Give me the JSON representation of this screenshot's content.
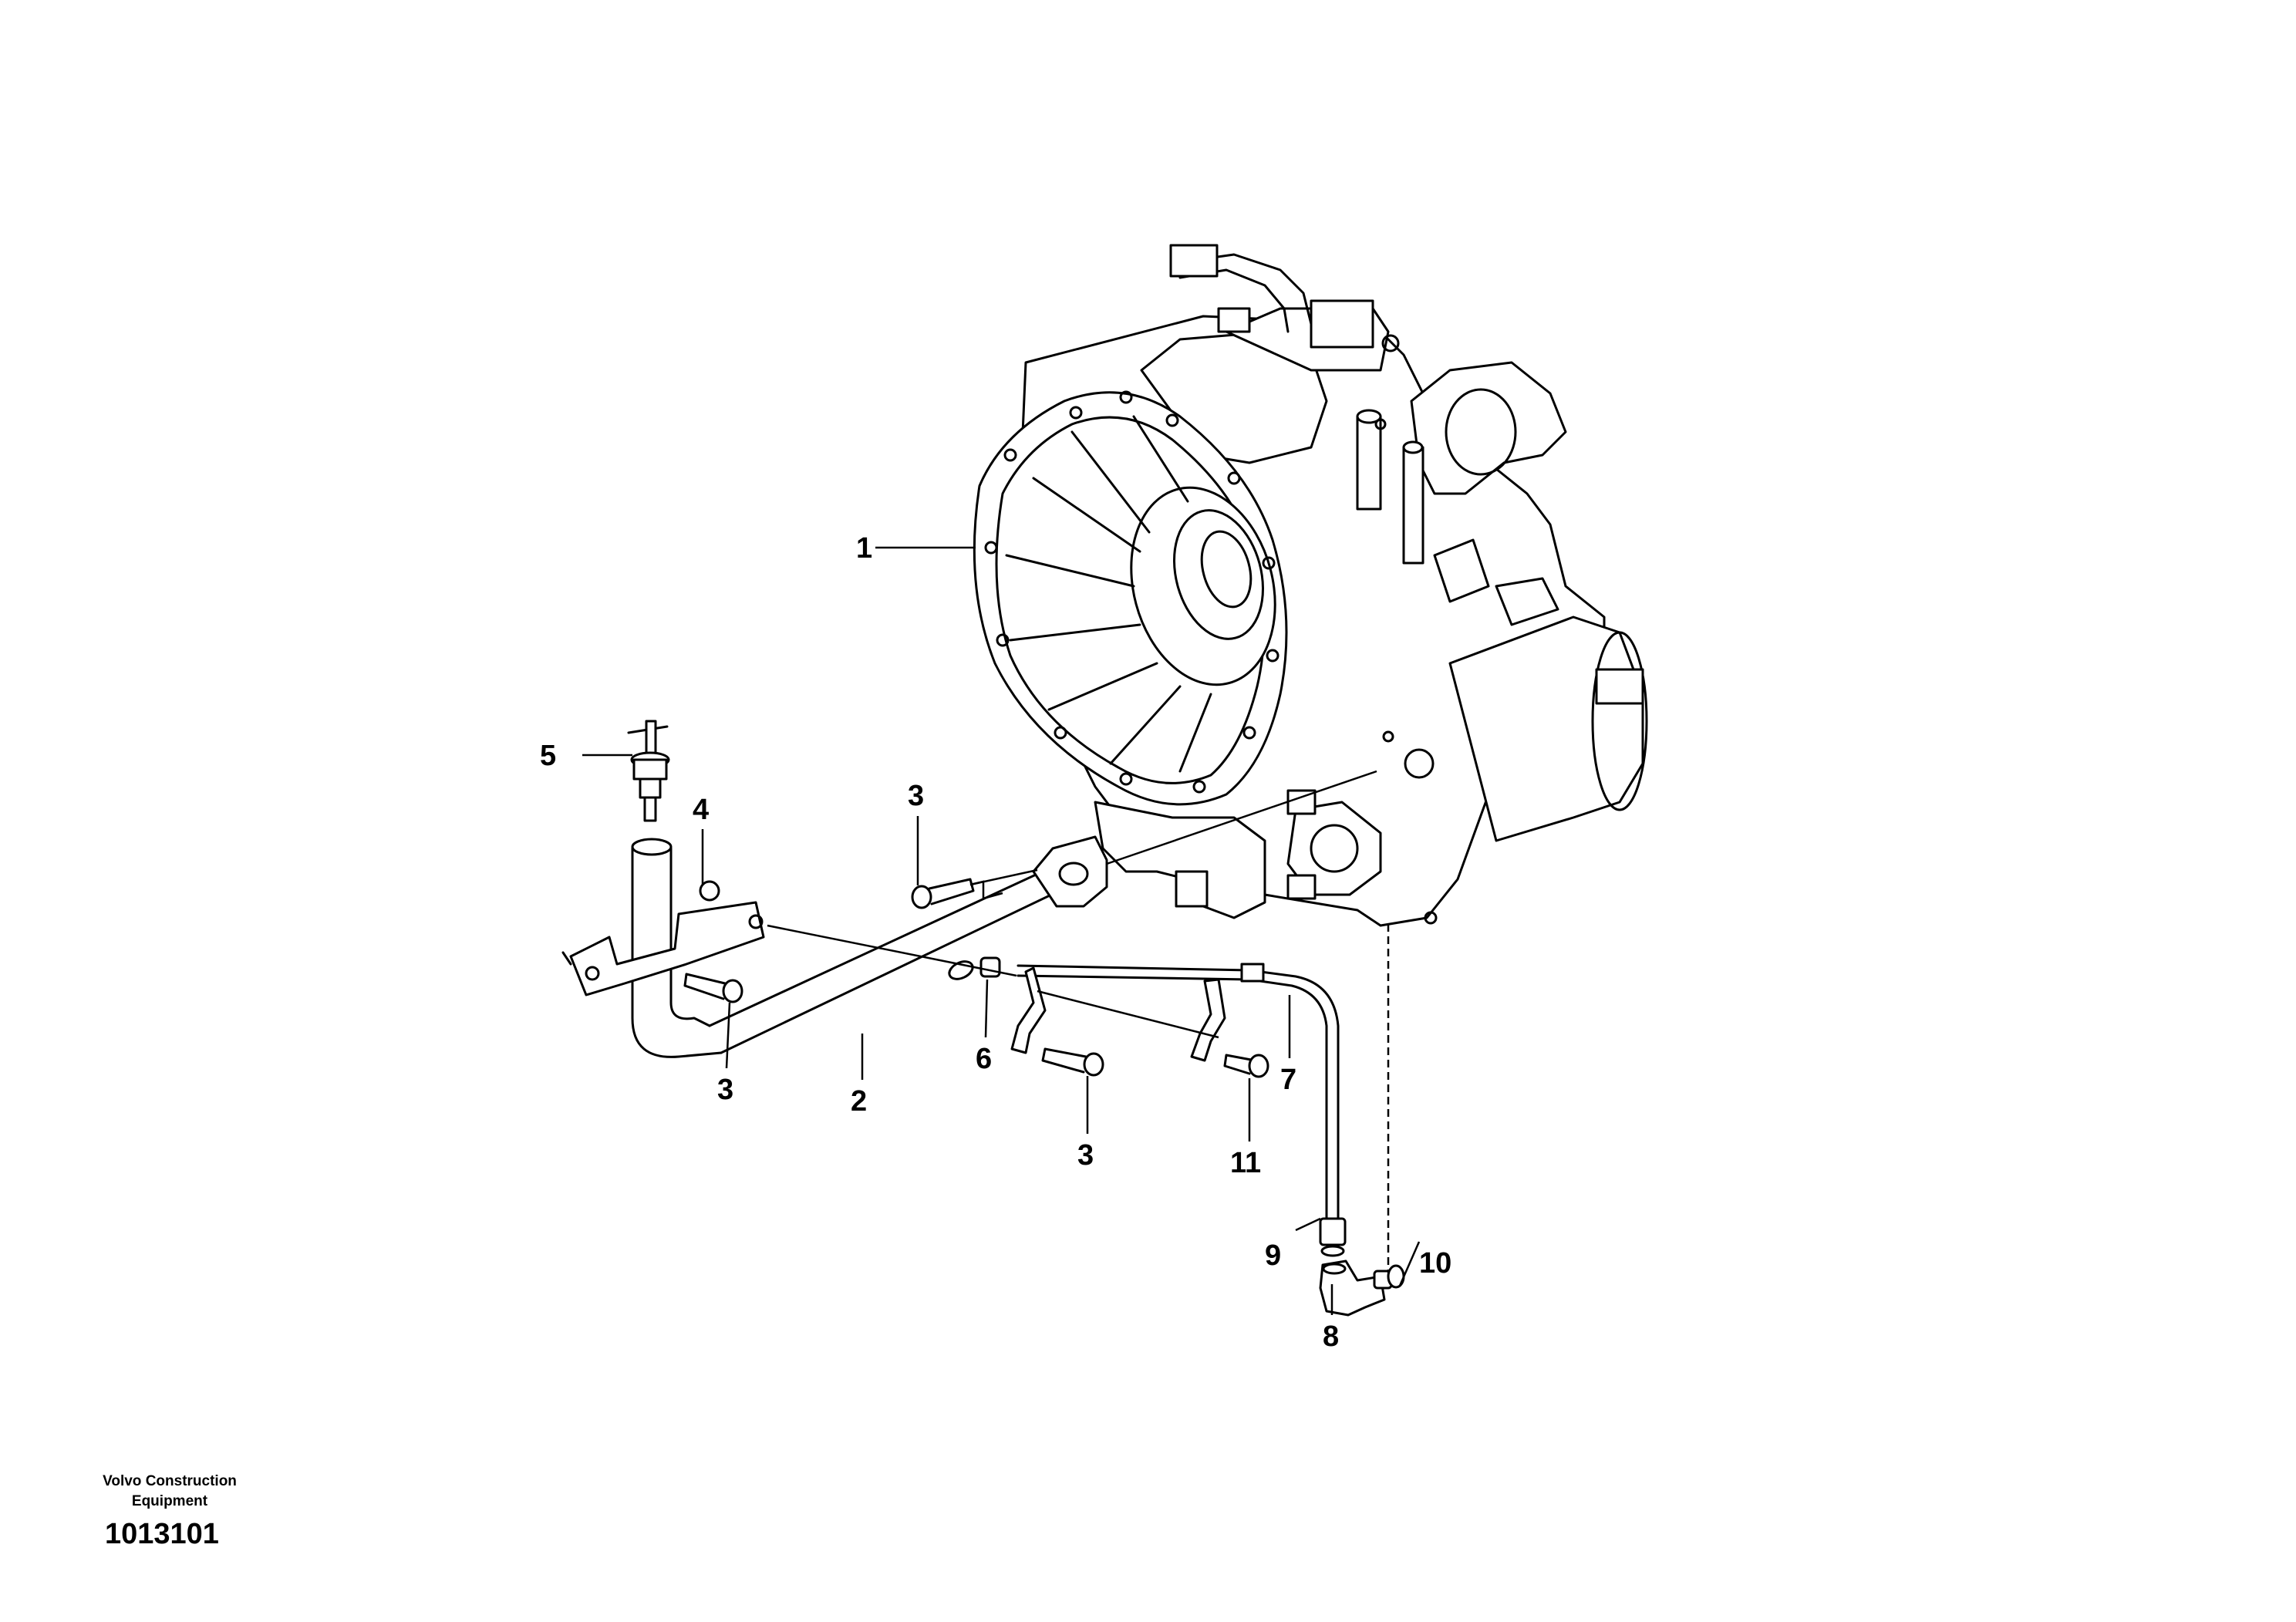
{
  "callouts": {
    "c1": "1",
    "c2": "2",
    "c3a": "3",
    "c3b": "3",
    "c3c": "3",
    "c4": "4",
    "c5": "5",
    "c6": "6",
    "c7": "7",
    "c8": "8",
    "c9": "9",
    "c10": "10",
    "c11": "11"
  },
  "footer": {
    "brand_line1": "Volvo Construction",
    "brand_line2": "Equipment",
    "document_number": "1013101"
  }
}
